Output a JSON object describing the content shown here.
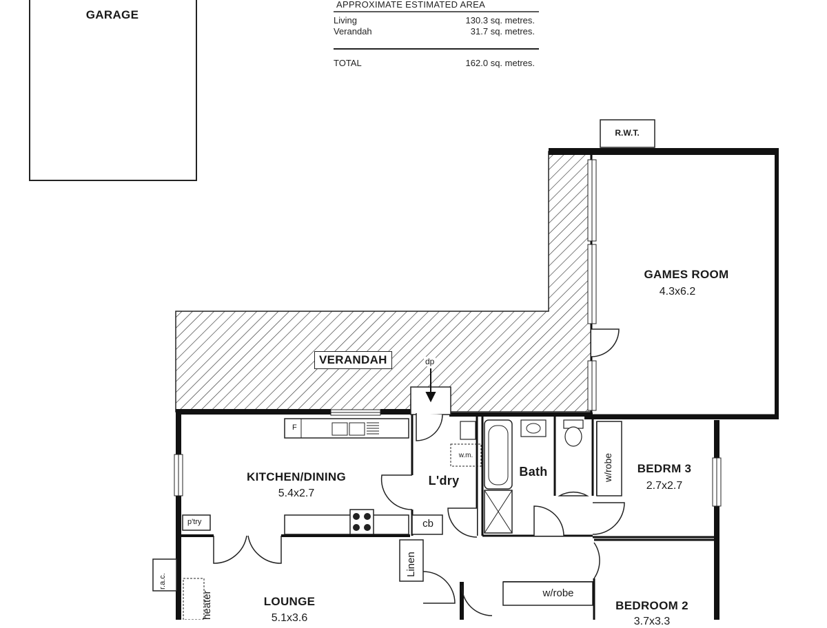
{
  "area_table": {
    "heading": "APPROXIMATE ESTIMATED AREA",
    "rows": [
      {
        "label": "Living",
        "value": "130.3 sq. metres."
      },
      {
        "label": "Verandah",
        "value": "31.7 sq. metres."
      }
    ],
    "total_label": "TOTAL",
    "total_value": "162.0 sq. metres."
  },
  "rooms": {
    "garage": {
      "name": "GARAGE"
    },
    "games_room": {
      "name": "GAMES ROOM",
      "size": "4.3x6.2"
    },
    "verandah": {
      "name": "VERANDAH"
    },
    "kitchen": {
      "name": "KITCHEN/DINING",
      "size": "5.4x2.7"
    },
    "laundry": {
      "name": "L'dry"
    },
    "bath": {
      "name": "Bath"
    },
    "bedroom3": {
      "name": "BEDRM 3",
      "size": "2.7x2.7"
    },
    "lounge": {
      "name": "LOUNGE",
      "size": "5.1x3.6"
    },
    "bedroom2": {
      "name": "BEDROOM 2",
      "size": "3.7x3.3"
    }
  },
  "fixtures": {
    "rwt": "R.W.T.",
    "dp": "dp",
    "wm": "w.m.",
    "cb": "cb",
    "linen": "Linen",
    "robe_bed3": "w/robe",
    "robe_bed2": "w/robe",
    "pantry": "p'try",
    "rac": "r.a.c.",
    "heater": "heater",
    "fridge": "F"
  }
}
